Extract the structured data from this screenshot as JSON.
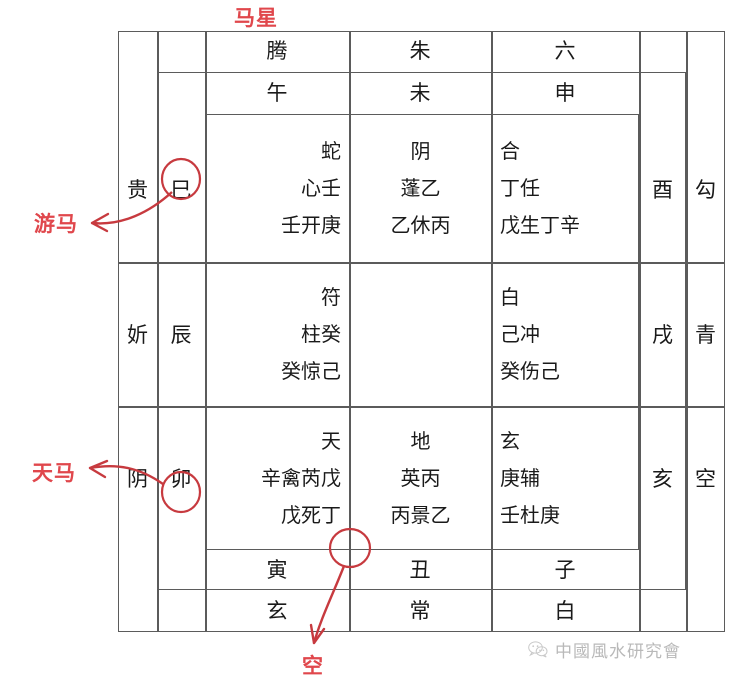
{
  "annotations": {
    "top_label": "马星",
    "left_label_1": "游马",
    "left_label_2": "天马",
    "bottom_label": "空",
    "accent_color": "#e0474c"
  },
  "watermark": {
    "icon": "wechat-icon",
    "text": "中國風水研究會"
  },
  "grid": {
    "header_row_outer": [
      "腾",
      "朱",
      "六"
    ],
    "header_row_inner": [
      "午",
      "未",
      "申"
    ],
    "footer_row_inner": [
      "寅",
      "丑",
      "子"
    ],
    "footer_row_outer": [
      "玄",
      "常",
      "白"
    ],
    "left_outer": [
      "贵",
      "妡",
      "阴"
    ],
    "left_inner": [
      "巳",
      "辰",
      "卯"
    ],
    "right_inner": [
      "酉",
      "戌",
      "亥"
    ],
    "right_outer": [
      "勾",
      "青",
      "空"
    ],
    "palaces": [
      [
        {
          "l1": "蛇",
          "l2": "心壬",
          "l3": "壬开庚",
          "align": "right"
        },
        {
          "l1": "阴",
          "l2": "蓬乙",
          "l3": "乙休丙",
          "align": "center"
        },
        {
          "l1": "合",
          "l2": "丁任",
          "l3": "戊生丁辛",
          "align": "left"
        }
      ],
      [
        {
          "l1": "符",
          "l2": "柱癸",
          "l3": "癸惊己",
          "align": "right"
        },
        {
          "l1": "",
          "l2": "",
          "l3": "",
          "align": "center"
        },
        {
          "l1": "白",
          "l2": "己冲",
          "l3": "癸伤己",
          "align": "left"
        }
      ],
      [
        {
          "l1": "天",
          "l2": "辛禽芮戊",
          "l3": "戊死丁",
          "align": "right"
        },
        {
          "l1": "地",
          "l2": "英丙",
          "l3": "丙景乙",
          "align": "center"
        },
        {
          "l1": "玄",
          "l2": "庚辅",
          "l3": "壬杜庚",
          "align": "left"
        }
      ]
    ]
  }
}
